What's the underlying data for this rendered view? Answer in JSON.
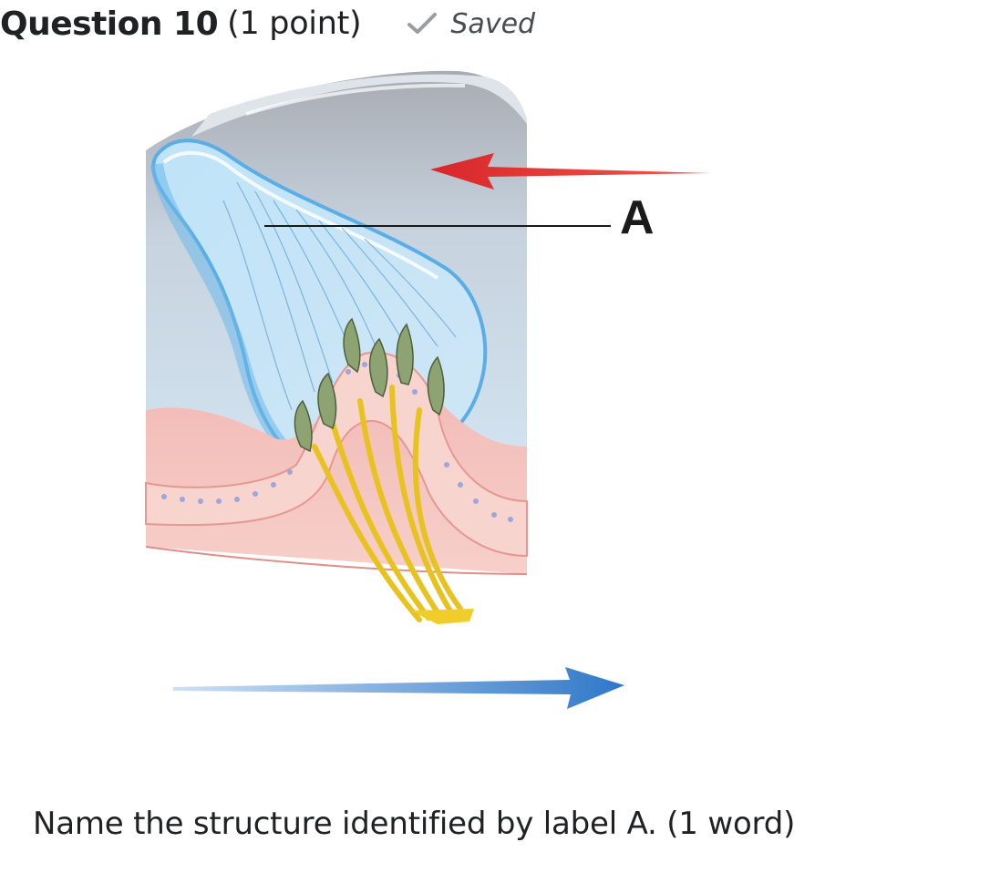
{
  "question": {
    "title": "Question 10",
    "points": "(1 point)",
    "status": "Saved",
    "status_icon": "check-icon",
    "prompt": "Name the structure identified by label A. (1 word)"
  },
  "figure": {
    "label": "A"
  },
  "colors": {
    "text": "#202122",
    "status_text": "#494c4e",
    "check": "#9a9da0",
    "red_arrow": "#d9262b",
    "blue_arrow": "#2f78c8",
    "cupula": "#9fd0ee",
    "tissue": "#f1b7b5",
    "nerve": "#f0cd2a"
  }
}
